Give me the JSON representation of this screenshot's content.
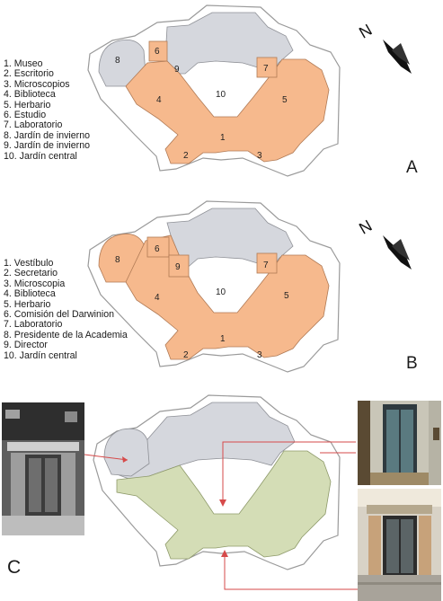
{
  "colors": {
    "highlight": "#f6b98d",
    "highlight_stroke": "#b07a55",
    "grey_rooms": "#d5d7dd",
    "grey_stroke": "#8e9096",
    "outline": "#9a9a9a",
    "green_area": "#d4ddb6",
    "arrow": "#d64a4a"
  },
  "panel_a": {
    "letter": "A",
    "compass_letter": "N",
    "legend": [
      "1. Museo",
      "2. Escritorio",
      "3. Microscopios",
      "4. Biblioteca",
      "5. Herbario",
      "6. Estudio",
      "7. Laboratorio",
      "8. Jardín de invierno",
      "9. Jardín de invierno",
      "10. Jardín central"
    ],
    "rooms": [
      "1",
      "2",
      "3",
      "4",
      "5",
      "6",
      "7",
      "8",
      "9",
      "10"
    ]
  },
  "panel_b": {
    "letter": "B",
    "compass_letter": "N",
    "legend": [
      "1. Vestíbulo",
      "2. Secretario",
      "3. Microscopia",
      "4. Biblioteca",
      "5. Herbario",
      "6. Comisión del Darwinion",
      "7. Laboratorio",
      "8. Presidente de la Academia",
      "9. Director",
      "10. Jardín central"
    ],
    "rooms": [
      "1",
      "2",
      "3",
      "4",
      "5",
      "6",
      "7",
      "8",
      "9",
      "10"
    ]
  },
  "panel_c": {
    "letter": "C"
  }
}
